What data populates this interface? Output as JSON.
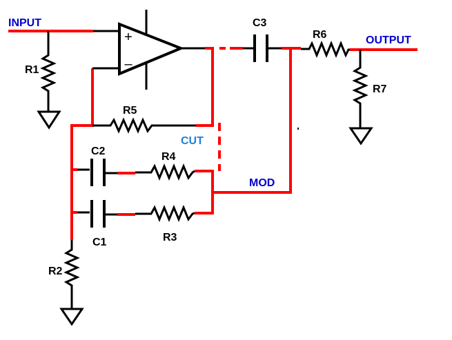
{
  "colors": {
    "wire": "#ff0000",
    "component": "#000000",
    "net_label": "#0000cc",
    "cut_label": "#1e7fd8"
  },
  "nets": {
    "input": "INPUT",
    "output": "OUTPUT",
    "cut": "CUT",
    "mod": "MOD"
  },
  "opamp": {
    "plus": "+",
    "minus": "–"
  },
  "components": {
    "r1": "R1",
    "r2": "R2",
    "r3": "R3",
    "r4": "R4",
    "r5": "R5",
    "r6": "R6",
    "r7": "R7",
    "c1": "C1",
    "c2": "C2",
    "c3": "C3"
  }
}
